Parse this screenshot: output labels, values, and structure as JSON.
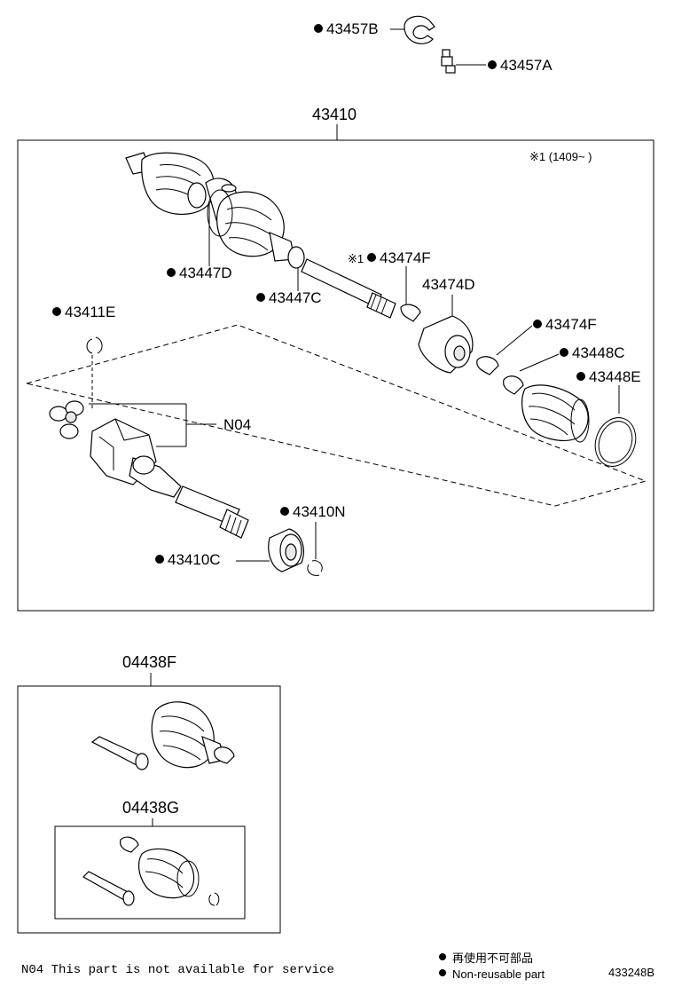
{
  "labels": {
    "p43457B": "43457B",
    "p43457A": "43457A",
    "p43410": "43410",
    "note_range": "※1 (1409~      )",
    "p43447D": "43447D",
    "p43447C": "43447C",
    "p43474F_a_prefix": "※1",
    "p43474F_a": "43474F",
    "p43474D": "43474D",
    "p43474F_b": "43474F",
    "p43448C": "43448C",
    "p43448E": "43448E",
    "p43411E": "43411E",
    "N04": "N04",
    "p43410N": "43410N",
    "p43410C": "43410C",
    "p04438F": "04438F",
    "p04438G": "04438G"
  },
  "footer": {
    "n04_note": "N04 This part is not available for service",
    "legend_jp": "再使用不可部品",
    "legend_en": "Non-reusable part",
    "diagram_code": "433248B"
  },
  "colors": {
    "line": "#000000",
    "background": "#ffffff"
  }
}
